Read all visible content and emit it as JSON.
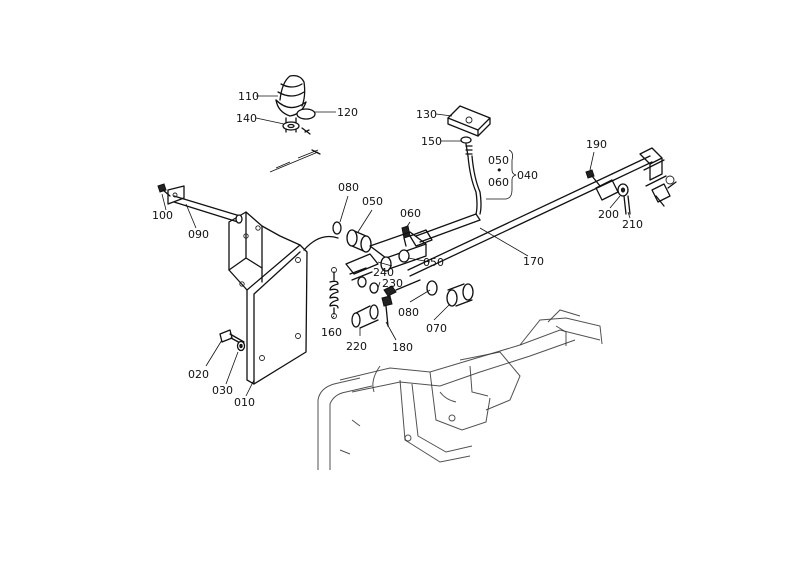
{
  "labels": {
    "l010": "010",
    "l020": "020",
    "l030": "030",
    "l040": "040",
    "l050a": "050",
    "l050b": "050",
    "l050c": "050",
    "l060a": "060",
    "l060b": "060",
    "l070": "070",
    "l080a": "080",
    "l080b": "080",
    "l090": "090",
    "l100": "100",
    "l110": "110",
    "l120": "120",
    "l130": "130",
    "l140": "140",
    "l150": "150",
    "l160": "160",
    "l170": "170",
    "l180": "180",
    "l190": "190",
    "l200": "200",
    "l210": "210",
    "l220": "220",
    "l230": "230",
    "l240": "240",
    "dot": "•"
  }
}
